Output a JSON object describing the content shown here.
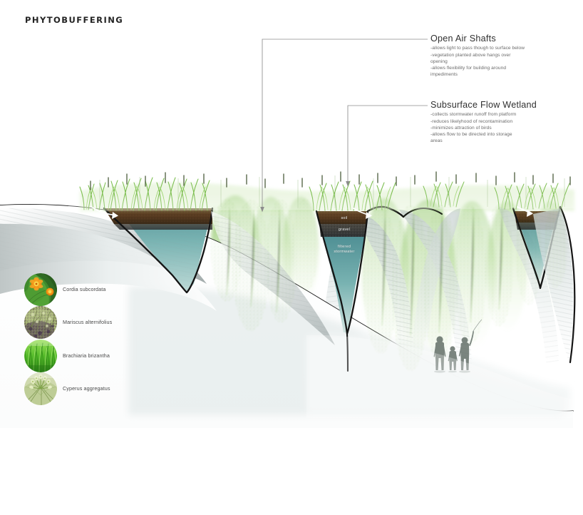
{
  "title": "PHYTOBUFFERING",
  "annotations": [
    {
      "heading": "Open Air Shafts",
      "bullets": [
        "-allows light to pass though to surface below",
        "-vegetation planted above hangs over",
        "opening",
        "-allows flexibility for building around",
        "impediments"
      ]
    },
    {
      "heading": "Subsurface Flow Wetland",
      "bullets": [
        "-collects stormwater runoff from platform",
        "-reduces likelyhood of recontamination",
        "-minimizes attraction of birds",
        "-allows flow to be directed into storage",
        "areas"
      ]
    }
  ],
  "legend": [
    {
      "name": "Cordia subcordata",
      "swatch": "orange-flower-photo"
    },
    {
      "name": "Mariscus alternifolius",
      "swatch": "sedge-seedhead-photo"
    },
    {
      "name": "Brachiaria brizantha",
      "swatch": "green-grass-photo"
    },
    {
      "name": "Cyperus aggregatus",
      "swatch": "cyperus-flower-photo"
    }
  ],
  "section_labels": [
    {
      "text": "soil"
    },
    {
      "text": "gravel"
    },
    {
      "text": "filtered\nstormwater"
    }
  ],
  "colors": {
    "soil": "#5c4126",
    "gravel": "#4a4a46",
    "water": "#74aaab",
    "water_light": "#a8cfcd",
    "vegetation": "#7cc043",
    "outline": "#141414",
    "platform": "#cfd6d6",
    "leader_line": "#8c8c8c",
    "heading_text": "#2f2f2f",
    "body_text": "#6b6b6b",
    "title_text": "#232323"
  }
}
